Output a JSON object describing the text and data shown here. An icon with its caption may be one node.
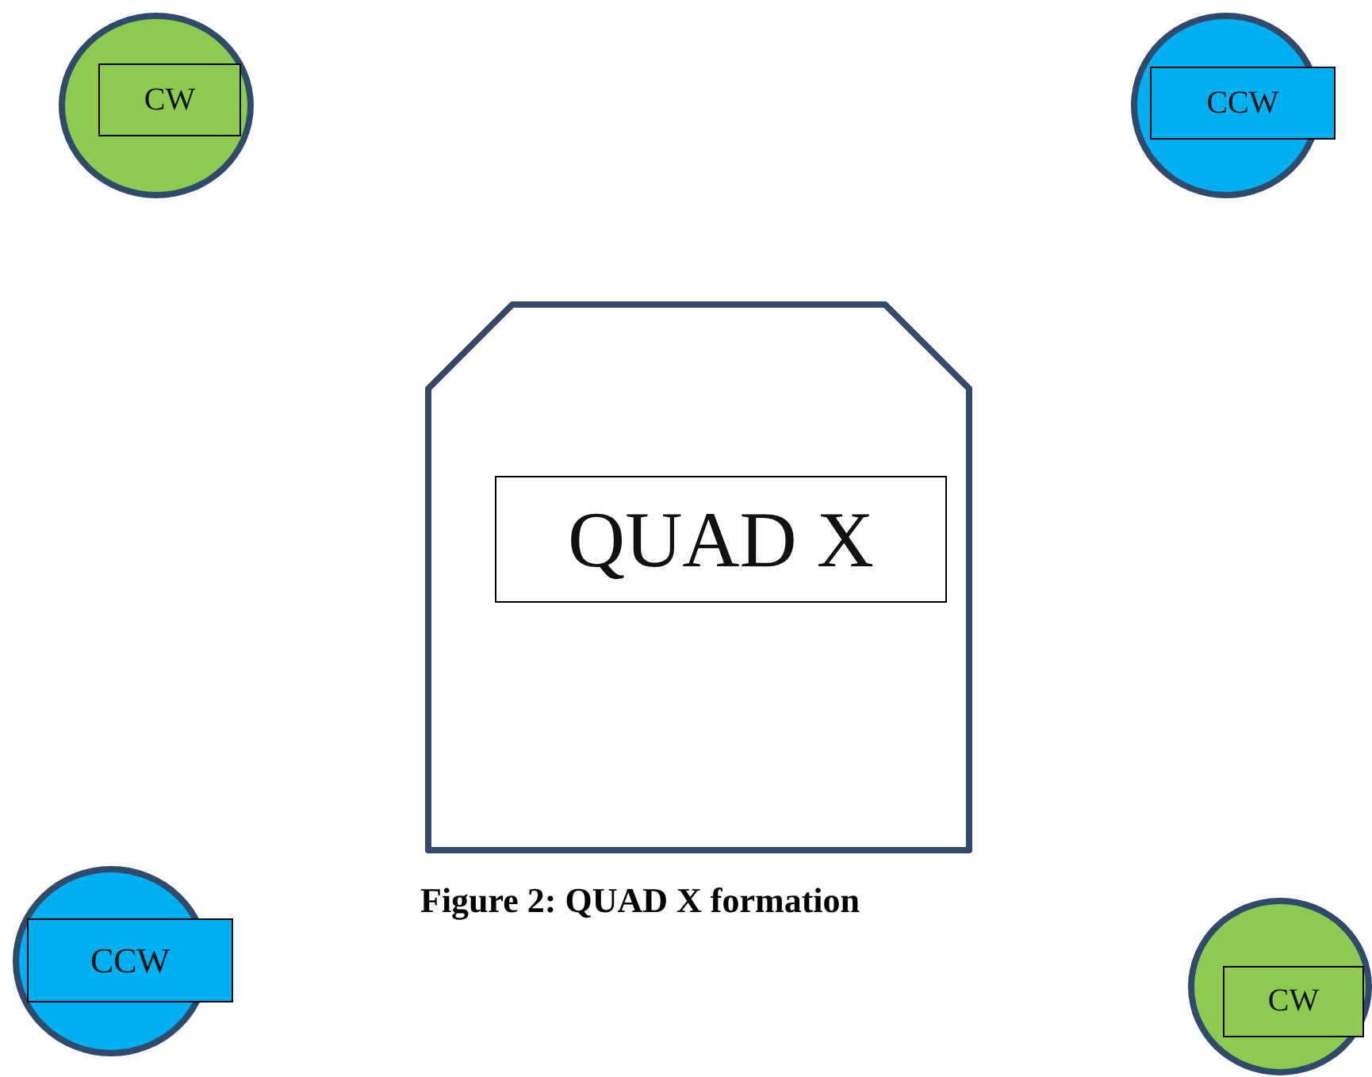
{
  "diagram": {
    "caption": "Figure 2: QUAD X formation",
    "nodes": [
      {
        "text": [
          "CW"
        ]
      },
      {
        "text": [
          "CCW"
        ]
      },
      {
        "text": [
          "QUAD X"
        ]
      },
      {
        "text": [
          "CCW"
        ]
      },
      {
        "text": [
          "CW"
        ]
      }
    ]
  }
}
